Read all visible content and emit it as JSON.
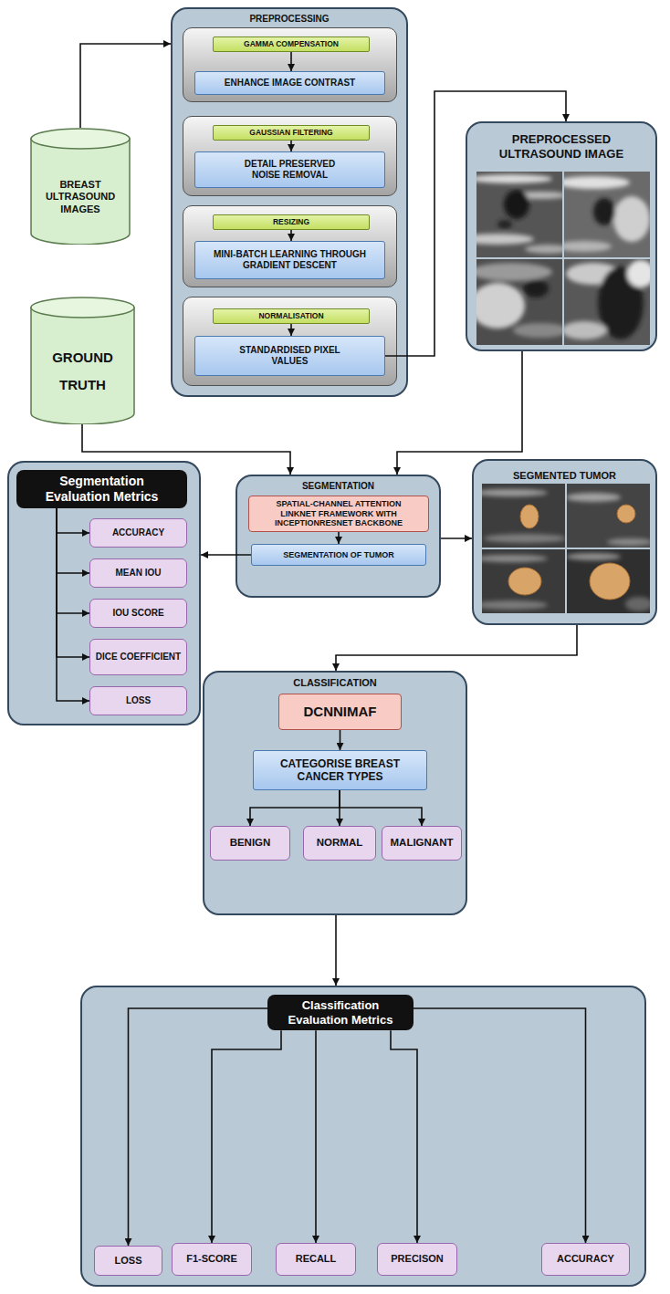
{
  "diagram": {
    "nodes": [
      {
        "text": [
          "PREPROCESSING"
        ]
      },
      {
        "text": [
          "GAMMA COMPENSATION"
        ],
        "in": 0
      },
      {
        "text": [
          "ENHANCE IMAGE CONTRAST"
        ],
        "in": 0
      },
      {
        "text": [
          "GAUSSIAN FILTERING"
        ],
        "in": 0
      },
      {
        "text": [
          "DETAIL PRESERVED NOISE REMOVAL"
        ],
        "in": 0
      },
      {
        "text": [
          "RESIZING"
        ],
        "in": 0
      },
      {
        "text": [
          "MINI-BATCH LEARNING THROUGH GRADIENT DESCENT"
        ],
        "in": 0
      },
      {
        "text": [
          "NORMALISATION"
        ],
        "in": 0
      },
      {
        "text": [
          "STANDARDISED PIXEL VALUES"
        ],
        "in": 0
      },
      {
        "text": [
          "BREAST ULTRASOUND IMAGES"
        ]
      },
      {
        "text": [
          "PREPROCESSED ULTRASOUND IMAGE"
        ]
      },
      {
        "text": [
          "GROUND TRUTH"
        ]
      },
      {
        "text": [
          "Segmentation Evaluation Metrics"
        ]
      },
      {
        "text": [
          "ACCURACY"
        ],
        "in": 12
      },
      {
        "text": [
          "MEAN IOU"
        ],
        "in": 12
      },
      {
        "text": [
          "IOU SCORE"
        ],
        "in": 12
      },
      {
        "text": [
          "DICE COEFFICIENT"
        ],
        "in": 12
      },
      {
        "text": [
          "LOSS"
        ],
        "in": 12
      },
      {
        "text": [
          "SEGMENTATION"
        ]
      },
      {
        "text": [
          "SPATIAL-CHANNEL ATTENTION LINKNET FRAMEWORK WITH INCEPTIONRESNET BACKBONE"
        ],
        "in": 18
      },
      {
        "text": [
          "SEGMENTATION OF TUMOR"
        ],
        "in": 18
      },
      {
        "text": [
          "SEGMENTED TUMOR"
        ]
      },
      {
        "text": [
          "CLASSIFICATION"
        ]
      },
      {
        "text": [
          "DCNNIMAF"
        ],
        "in": 22
      },
      {
        "text": [
          "CATEGORISE BREAST CANCER TYPES"
        ],
        "in": 22
      },
      {
        "text": [
          "BENIGN"
        ],
        "in": 22
      },
      {
        "text": [
          "NORMAL"
        ],
        "in": 22
      },
      {
        "text": [
          "MALIGNANT"
        ],
        "in": 22
      },
      {
        "text": [
          "Classification Evaluation Metrics"
        ]
      },
      {
        "text": [
          "LOSS"
        ],
        "in": 28
      },
      {
        "text": [
          "F1-SCORE"
        ],
        "in": 28
      },
      {
        "text": [
          "RECALL"
        ],
        "in": 28
      },
      {
        "text": [
          "PRECISON"
        ],
        "in": 28
      },
      {
        "text": [
          "ACCURACY"
        ],
        "in": 28
      }
    ],
    "edges": [
      {
        "from": 9,
        "to": 0,
        "arrow": "to"
      },
      {
        "from": 1,
        "to": 2,
        "arrow": "to"
      },
      {
        "from": 3,
        "to": 4,
        "arrow": "to"
      },
      {
        "from": 5,
        "to": 6,
        "arrow": "to"
      },
      {
        "from": 7,
        "to": 8,
        "arrow": "to"
      },
      {
        "from": 8,
        "to": 10,
        "arrow": "to"
      },
      {
        "from": 11,
        "to": 18,
        "arrow": "to"
      },
      {
        "from": 10,
        "to": 18,
        "arrow": "to"
      },
      {
        "from": 19,
        "to": 20,
        "arrow": "to"
      },
      {
        "from": 20,
        "to": 12,
        "arrow": "to"
      },
      {
        "from": 18,
        "to": 21,
        "arrow": "to"
      },
      {
        "from": 12,
        "to": 13,
        "arrow": "to"
      },
      {
        "from": 12,
        "to": 14,
        "arrow": "to"
      },
      {
        "from": 12,
        "to": 15,
        "arrow": "to"
      },
      {
        "from": 12,
        "to": 16,
        "arrow": "to"
      },
      {
        "from": 12,
        "to": 17,
        "arrow": "to"
      },
      {
        "from": 21,
        "to": 22,
        "arrow": "to"
      },
      {
        "from": 23,
        "to": 24,
        "arrow": "to"
      },
      {
        "from": 24,
        "to": 25,
        "arrow": "to"
      },
      {
        "from": 24,
        "to": 26,
        "arrow": "to"
      },
      {
        "from": 24,
        "to": 27,
        "arrow": "to"
      },
      {
        "from": 22,
        "to": 28,
        "arrow": "to"
      },
      {
        "from": 28,
        "to": 29,
        "arrow": "to"
      },
      {
        "from": 28,
        "to": 30,
        "arrow": "to"
      },
      {
        "from": 28,
        "to": 31,
        "arrow": "to"
      },
      {
        "from": 28,
        "to": 32,
        "arrow": "to"
      },
      {
        "from": 28,
        "to": 33,
        "arrow": "to"
      }
    ]
  }
}
